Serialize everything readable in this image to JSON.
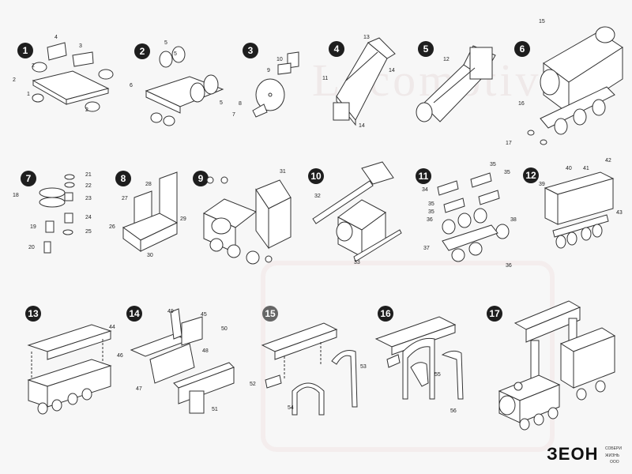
{
  "steps": [
    {
      "number": "1",
      "labels": [
        "4",
        "3",
        "2",
        "2",
        "1",
        "2"
      ]
    },
    {
      "number": "2",
      "labels": [
        "5",
        "5",
        "6",
        "5"
      ]
    },
    {
      "number": "3",
      "labels": [
        "10",
        "9",
        "8",
        "7"
      ]
    },
    {
      "number": "4",
      "labels": [
        "13",
        "11",
        "14",
        "14"
      ]
    },
    {
      "number": "5",
      "labels": [
        "12"
      ]
    },
    {
      "number": "6",
      "labels": [
        "15",
        "16",
        "17"
      ]
    },
    {
      "number": "7",
      "labels": [
        "21",
        "18",
        "22",
        "23",
        "24",
        "19",
        "25",
        "20"
      ]
    },
    {
      "number": "8",
      "labels": [
        "28",
        "27",
        "29",
        "26",
        "30"
      ]
    },
    {
      "number": "9",
      "labels": [
        "31"
      ]
    },
    {
      "number": "10",
      "labels": [
        "32",
        "33"
      ]
    },
    {
      "number": "11",
      "labels": [
        "35",
        "35",
        "34",
        "35",
        "35",
        "36",
        "38",
        "37",
        "36"
      ]
    },
    {
      "number": "12",
      "labels": [
        "40",
        "41",
        "42",
        "39",
        "43"
      ]
    },
    {
      "number": "13",
      "labels": [
        "44"
      ]
    },
    {
      "number": "14",
      "labels": [
        "49",
        "45",
        "50",
        "46",
        "48",
        "47",
        "51"
      ]
    },
    {
      "number": "15",
      "labels": [
        "53",
        "52",
        "54"
      ]
    },
    {
      "number": "16",
      "labels": [
        "55",
        "56"
      ]
    },
    {
      "number": "17",
      "labels": []
    }
  ],
  "brand": {
    "logo": "ЗЕОН",
    "line1": "СОБЕРИ",
    "line2": "ЖИЗНЬ",
    "tag": "ООО"
  }
}
